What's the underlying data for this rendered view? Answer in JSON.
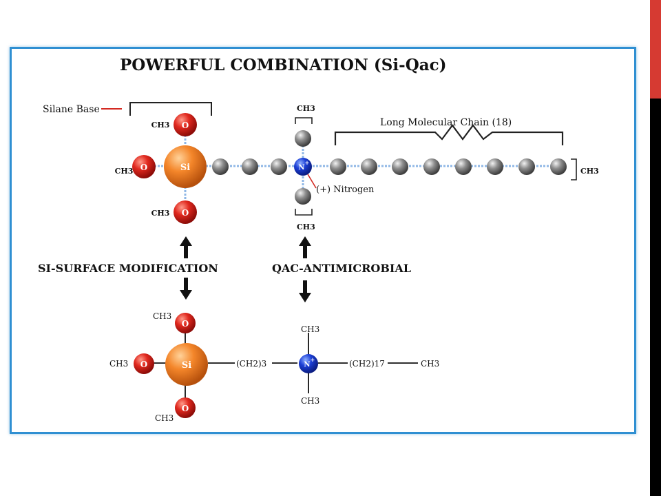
{
  "slide": {
    "title": "POWERFUL COMBINATION (Si-Qac)",
    "silane_label": "Silane Base",
    "chain_label": "Long Molecular Chain (18)",
    "nitrogen_label": "(+) Nitrogen",
    "left_caption": "SI-SURFACE MODIFICATION",
    "right_caption": "QAC-ANTIMICROBIAL"
  },
  "atoms": {
    "si": "Si",
    "o": "O",
    "n": "N",
    "n_plus": "+",
    "ch3": "CH3",
    "ch2_3": "(CH2)3",
    "ch2_17": "(CH2)17"
  },
  "colors": {
    "frame": "#2f8fd2",
    "accent_red": "#d63a32",
    "oxygen": "#d42a22",
    "silicon": "#f0892a",
    "nitrogen": "#1b3fd1",
    "carbon": "#8a8a8a"
  }
}
